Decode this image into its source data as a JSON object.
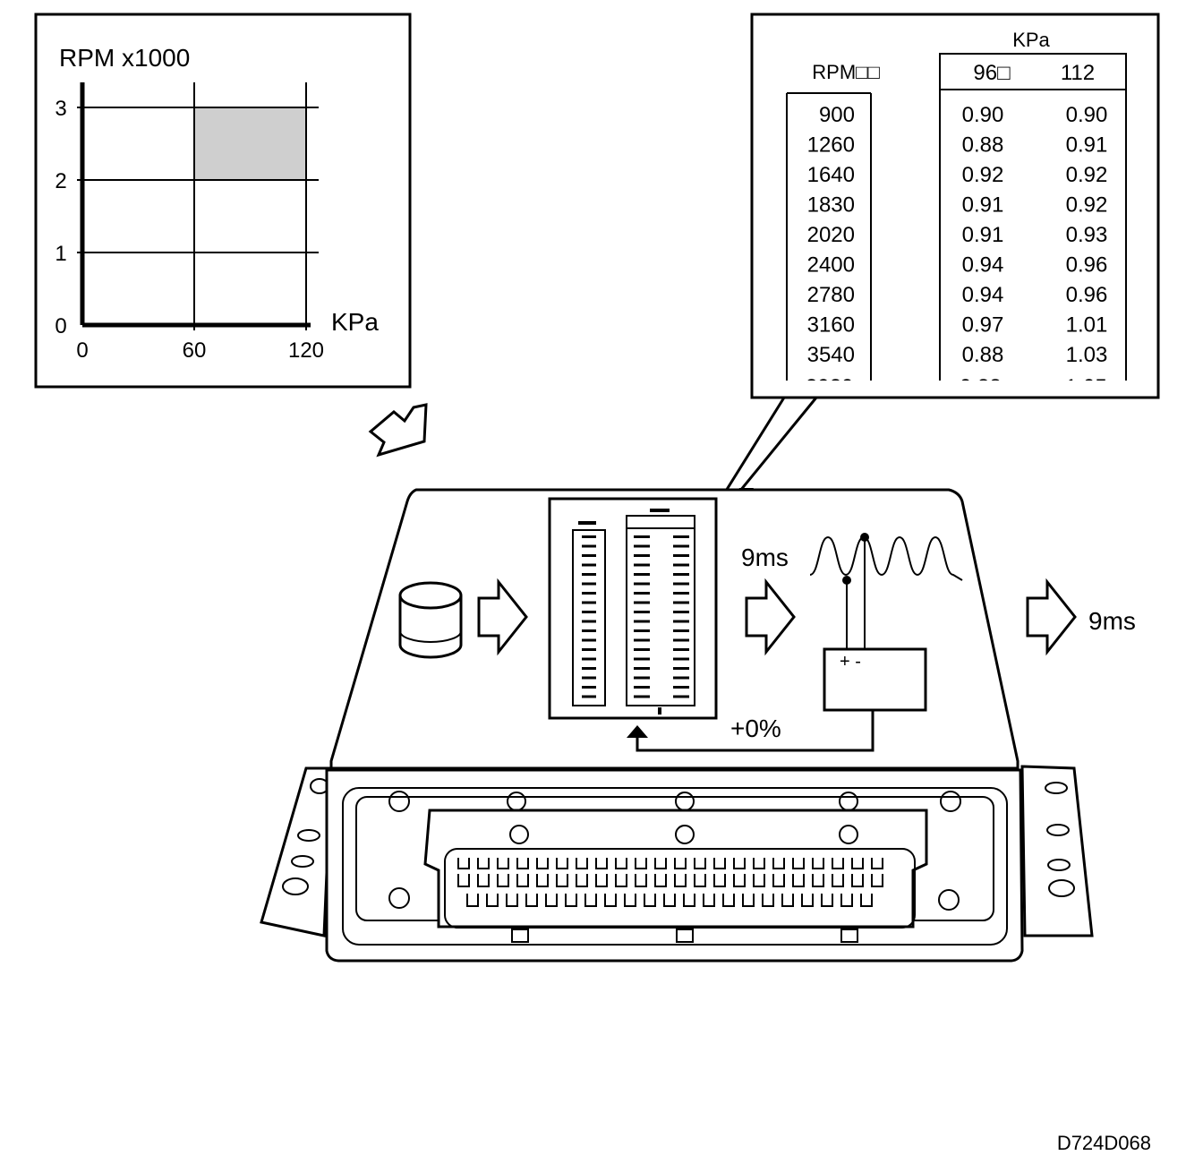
{
  "graph_panel": {
    "y_axis_title": "RPM x1000",
    "x_axis_title": "KPa",
    "y_ticks": [
      "0",
      "1",
      "2",
      "3"
    ],
    "x_ticks": [
      "0",
      "60",
      "120"
    ],
    "highlight": {
      "x_range": [
        60,
        120
      ],
      "y_range": [
        2,
        3
      ]
    }
  },
  "table_panel": {
    "kpa_header": "KPa",
    "rpm_header": "RPM□□",
    "kpa_columns": [
      "96□",
      "112"
    ],
    "rows": [
      {
        "rpm": "900",
        "c1": "0.90",
        "c2": "0.90"
      },
      {
        "rpm": "1260",
        "c1": "0.88",
        "c2": "0.91"
      },
      {
        "rpm": "1640",
        "c1": "0.92",
        "c2": "0.92"
      },
      {
        "rpm": "1830",
        "c1": "0.91",
        "c2": "0.92"
      },
      {
        "rpm": "2020",
        "c1": "0.91",
        "c2": "0.93"
      },
      {
        "rpm": "2400",
        "c1": "0.94",
        "c2": "0.96"
      },
      {
        "rpm": "2780",
        "c1": "0.94",
        "c2": "0.96"
      },
      {
        "rpm": "3160",
        "c1": "0.97",
        "c2": "1.01"
      },
      {
        "rpm": "3540",
        "c1": "0.88",
        "c2": "1.03"
      }
    ]
  },
  "ecu": {
    "pulse_in_label": "9ms",
    "pulse_out_label": "9ms",
    "correction_label": "+0%",
    "sensor_polarity": "+ -"
  },
  "figure_code": "D724D068",
  "colors": {
    "ink": "#000000",
    "paper": "#ffffff",
    "shade": "#cfcfcf"
  }
}
